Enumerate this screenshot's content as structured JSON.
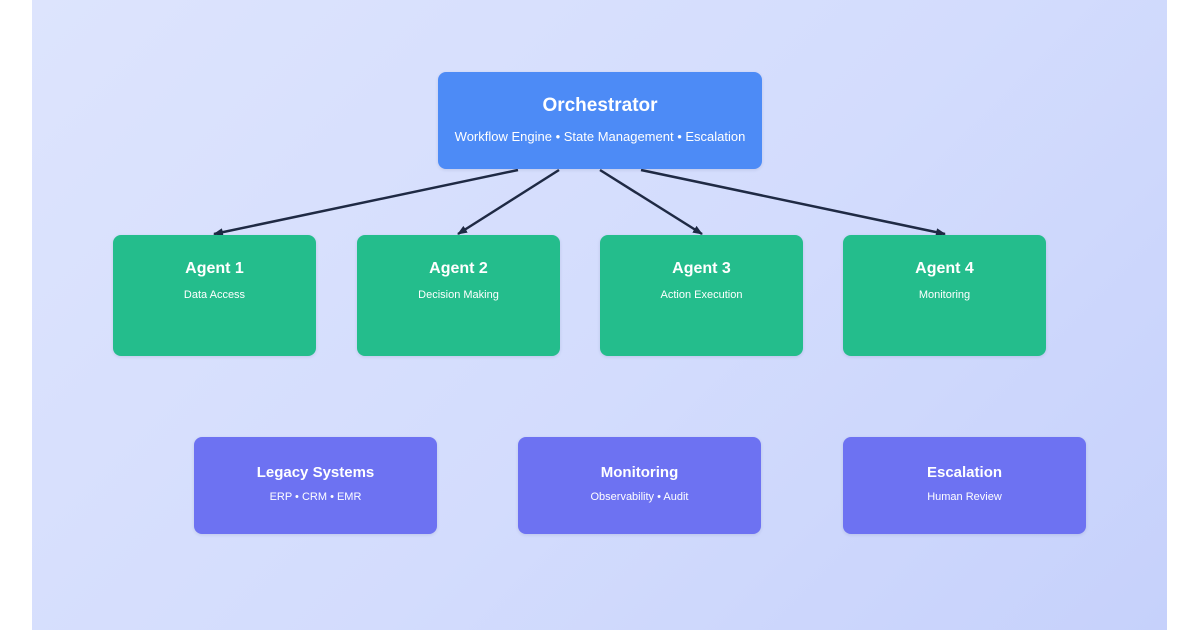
{
  "orchestrator": {
    "title": "Orchestrator",
    "subtitle": "Workflow Engine • State Management • Escalation"
  },
  "agents": [
    {
      "title": "Agent 1",
      "subtitle": "Data Access"
    },
    {
      "title": "Agent 2",
      "subtitle": "Decision Making"
    },
    {
      "title": "Agent 3",
      "subtitle": "Action Execution"
    },
    {
      "title": "Agent 4",
      "subtitle": "Monitoring"
    }
  ],
  "systems": [
    {
      "title": "Legacy Systems",
      "subtitle": "ERP • CRM • EMR"
    },
    {
      "title": "Monitoring",
      "subtitle": "Observability • Audit"
    },
    {
      "title": "Escalation",
      "subtitle": "Human Review"
    }
  ],
  "colors": {
    "orchestrator": "#4d8bf6",
    "agent": "#24bd8c",
    "system": "#6d72f2",
    "arrow": "#1f2a44",
    "background": "#d6defd"
  }
}
